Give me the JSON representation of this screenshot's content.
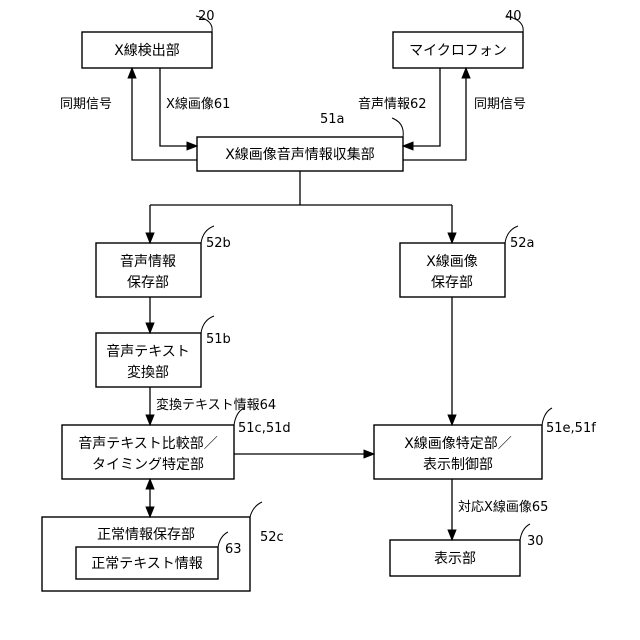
{
  "nodes": {
    "xray_detector": {
      "lines": [
        "X線検出部"
      ],
      "ref": "20"
    },
    "microphone": {
      "lines": [
        "マイクロフォン"
      ],
      "ref": "40"
    },
    "collector": {
      "lines": [
        "X線画像音声情報収集部"
      ],
      "ref": "51a"
    },
    "audio_storage": {
      "lines": [
        "音声情報",
        "保存部"
      ],
      "ref": "52b"
    },
    "xray_storage": {
      "lines": [
        "X線画像",
        "保存部"
      ],
      "ref": "52a"
    },
    "speech_to_text": {
      "lines": [
        "音声テキスト",
        "変換部"
      ],
      "ref": "51b"
    },
    "comparator": {
      "lines": [
        "音声テキスト比較部／",
        "タイミング特定部"
      ],
      "ref": "51c,51d"
    },
    "xray_identifier": {
      "lines": [
        "X線画像特定部／",
        "表示制御部"
      ],
      "ref": "51e,51f"
    },
    "normal_info_storage": {
      "lines": [
        "正常情報保存部"
      ],
      "ref": "52c"
    },
    "normal_text_info": {
      "lines": [
        "正常テキスト情報"
      ],
      "ref": "63"
    },
    "display": {
      "lines": [
        "表示部"
      ],
      "ref": "30"
    }
  },
  "edge_labels": {
    "sync_left": "同期信号",
    "xray_image_61": "X線画像61",
    "audio_info_62": "音声情報62",
    "sync_right": "同期信号",
    "converted_text_64": "変換テキスト情報64",
    "matched_xray_65": "対応X線画像65"
  }
}
